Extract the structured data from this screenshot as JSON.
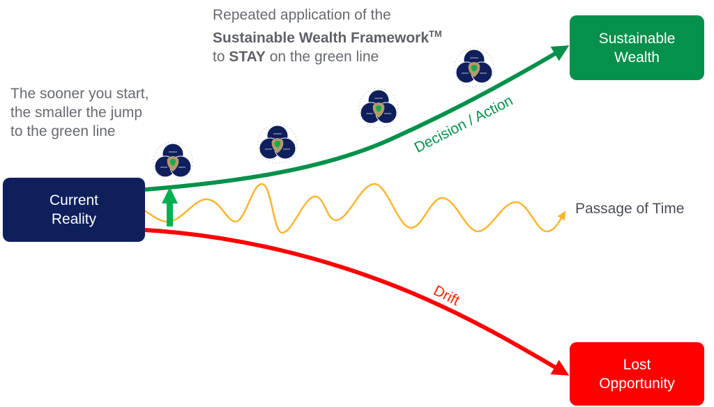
{
  "header_note": {
    "line1": "Repeated application of the",
    "line2_bold": "Sustainable Wealth Framework",
    "line2_tm": "TM",
    "line3_prefix": "to ",
    "line3_bold": "STAY",
    "line3_suffix": " on the green line"
  },
  "side_note": {
    "line1": "The sooner you start,",
    "line2": "the smaller the jump",
    "line3": "to the green line"
  },
  "boxes": {
    "current": {
      "line1": "Current",
      "line2": "Reality"
    },
    "wealth": {
      "line1": "Sustainable",
      "line2": "Wealth"
    },
    "lost": {
      "line1": "Lost",
      "line2": "Opportunity"
    }
  },
  "paths": {
    "decision": "Decision / Action",
    "drift": "Drift",
    "time": "Passage of Time"
  },
  "colors": {
    "navy": "#0f1f5c",
    "green": "#05914b",
    "bright_green": "#00b050",
    "red": "#ff0000",
    "orange": "#fbb52e",
    "tan": "#b39a6a",
    "text_gray": "#666a70"
  },
  "framework_icon_count": 4
}
